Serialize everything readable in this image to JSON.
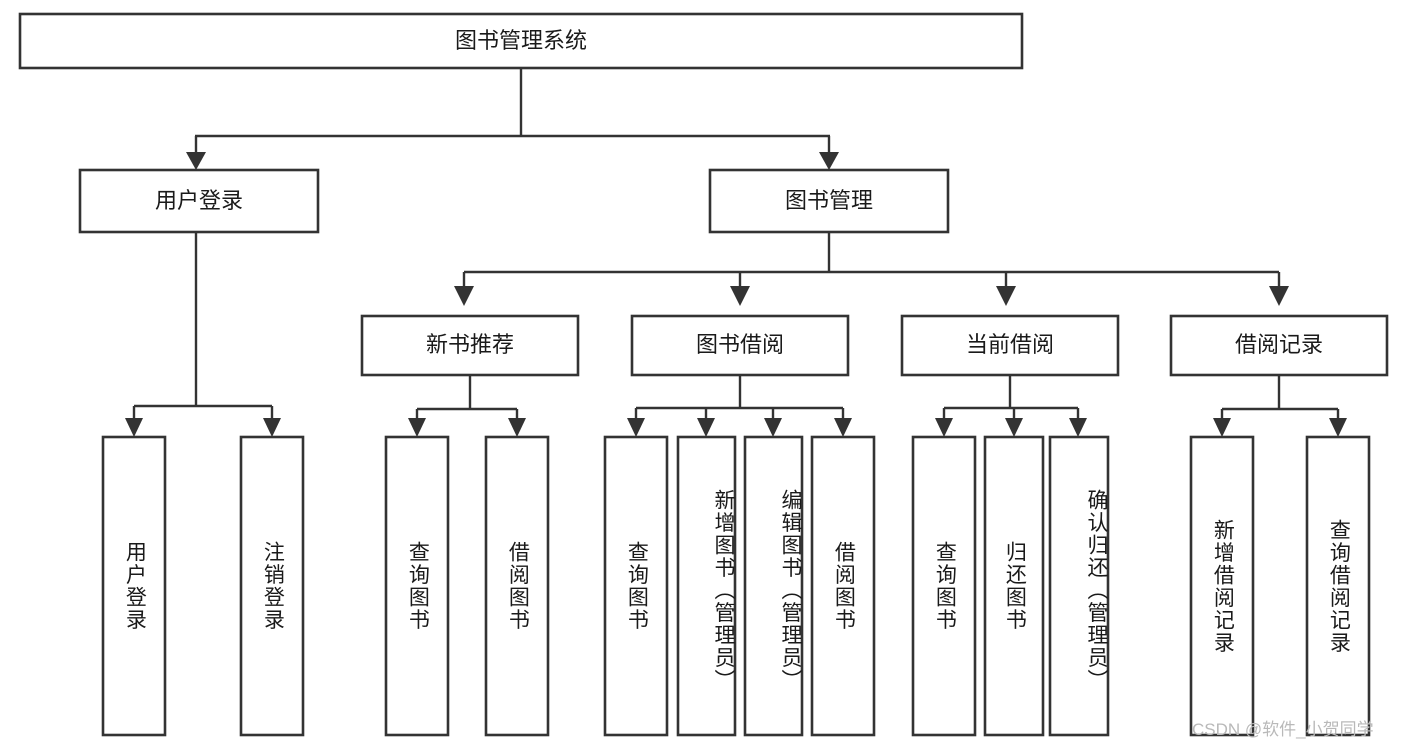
{
  "diagram": {
    "type": "tree-hierarchy",
    "title": "图书管理系统",
    "orientation": "top-down",
    "colors": {
      "box_stroke": "#333333",
      "box_fill": "#ffffff",
      "connector": "#333333",
      "text": "#1a1a1a",
      "watermark": "#b9b9b9",
      "background": "#ffffff"
    },
    "root": {
      "label": "图书管理系统"
    },
    "level2": [
      {
        "label": "用户登录"
      },
      {
        "label": "图书管理"
      }
    ],
    "level3": [
      {
        "label": "新书推荐"
      },
      {
        "label": "图书借阅"
      },
      {
        "label": "当前借阅"
      },
      {
        "label": "借阅记录"
      }
    ],
    "leaves": {
      "user_login": [
        {
          "label": "用户登录"
        },
        {
          "label": "注销登录"
        }
      ],
      "new_book_recommend": [
        {
          "label": "查询图书"
        },
        {
          "label": "借阅图书"
        }
      ],
      "book_borrow": [
        {
          "label": "查询图书"
        },
        {
          "label": "新增图书（管理员）"
        },
        {
          "label": "编辑图书（管理员）"
        },
        {
          "label": "借阅图书"
        }
      ],
      "current_borrow": [
        {
          "label": "查询图书"
        },
        {
          "label": "归还图书"
        },
        {
          "label": "确认归还（管理员）"
        }
      ],
      "borrow_record": [
        {
          "label": "新增借阅记录"
        },
        {
          "label": "查询借阅记录"
        }
      ]
    }
  },
  "watermark": {
    "text": "CSDN @软件_小贺同学"
  }
}
